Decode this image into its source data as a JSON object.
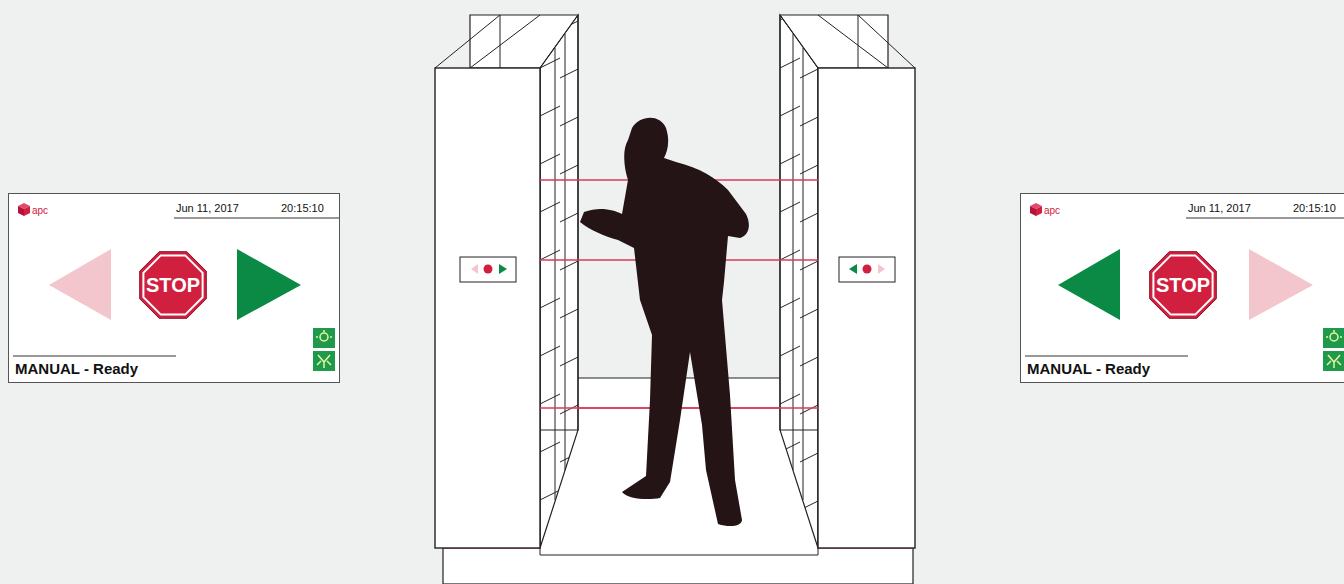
{
  "diagram": {
    "nodes": [
      {
        "text": [
          "apc",
          "Jun 11, 2017",
          "20:15:10",
          "MANUAL - Ready"
        ]
      },
      {
        "text": [
          "STOP"
        ],
        "in": 0
      },
      {
        "text": [
          "apc",
          "Jun 11, 2017",
          "20:15:10",
          "MANUAL - Ready"
        ]
      },
      {
        "text": [
          "STOP"
        ],
        "in": 2
      }
    ]
  }
}
